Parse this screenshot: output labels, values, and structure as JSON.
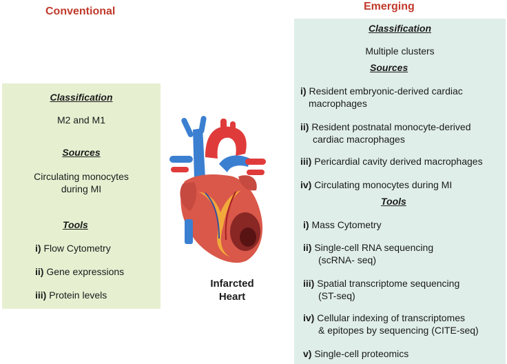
{
  "conventional": {
    "heading": "Conventional",
    "classification_title": "Classification",
    "classification_value": "M2 and M1",
    "sources_title": "Sources",
    "sources_value_line1": "Circulating monocytes",
    "sources_value_line2": "during MI",
    "tools_title": "Tools",
    "tools": [
      {
        "num": "i)",
        "text": "Flow Cytometry"
      },
      {
        "num": "ii)",
        "text": "Gene expressions"
      },
      {
        "num": "iii)",
        "text": "Protein levels"
      }
    ]
  },
  "emerging": {
    "heading": "Emerging",
    "classification_title": "Classification",
    "classification_value": "Multiple clusters",
    "sources_title": "Sources",
    "sources": [
      {
        "num": "i)",
        "line1": "Resident embryonic-derived cardiac",
        "line2": "macrophages"
      },
      {
        "num": "ii)",
        "line1": "Resident postnatal monocyte-derived",
        "line2": "cardiac macrophages"
      },
      {
        "num": "iii)",
        "line1": "Pericardial cavity derived macrophages",
        "line2": ""
      },
      {
        "num": "iv)",
        "line1": "Circulating monocytes during MI",
        "line2": ""
      }
    ],
    "tools_title": "Tools",
    "tools": [
      {
        "num": "i)",
        "line1": " Mass Cytometry",
        "line2": ""
      },
      {
        "num": "ii)",
        "line1": "Single-cell RNA sequencing",
        "line2": "(scRNA- seq)"
      },
      {
        "num": "iii)",
        "line1": "Spatial transcriptome sequencing",
        "line2": "(ST-seq)"
      },
      {
        "num": "iv)",
        "line1": "Cellular indexing of transcriptomes",
        "line2": "& epitopes by sequencing (CITE-seq)"
      },
      {
        "num": "v)",
        "line1": "Single-cell proteomics",
        "line2": ""
      }
    ]
  },
  "heart": {
    "label_line1": "Infarcted",
    "label_line2": "Heart"
  },
  "colors": {
    "heading_red": "#c0392b",
    "conv_panel": "#e6f0d1",
    "emer_panel": "#dfeee8",
    "artery_red": "#e03b3b",
    "vein_blue": "#3b7fd1",
    "heart_tissue": "#d9584a",
    "fat_yellow": "#f2a93b",
    "infarct_dark": "#7a1f1f"
  }
}
